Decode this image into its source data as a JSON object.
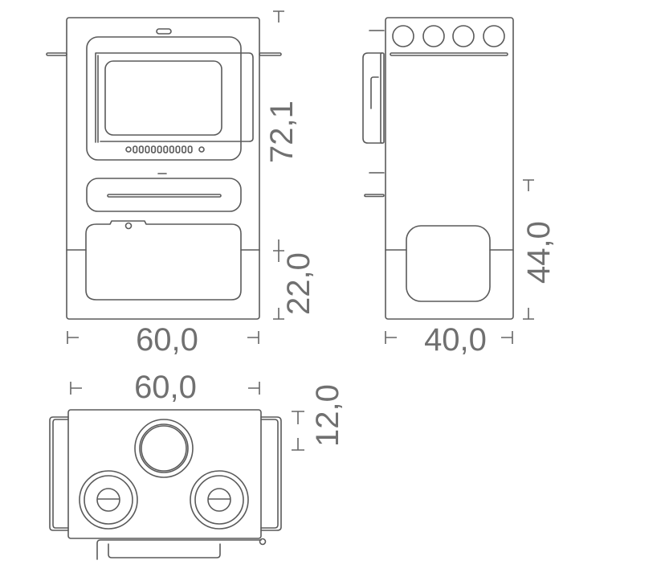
{
  "front_view": {
    "width_label": "60,0",
    "height_label": "72,1",
    "base_label": "22,0"
  },
  "side_view": {
    "width_label": "40,0",
    "height_label": "44,0"
  },
  "top_view": {
    "width_label": "60,0",
    "depth_label": "12,0"
  },
  "colors": {
    "line": "#5a5a5a",
    "text": "#707070"
  }
}
